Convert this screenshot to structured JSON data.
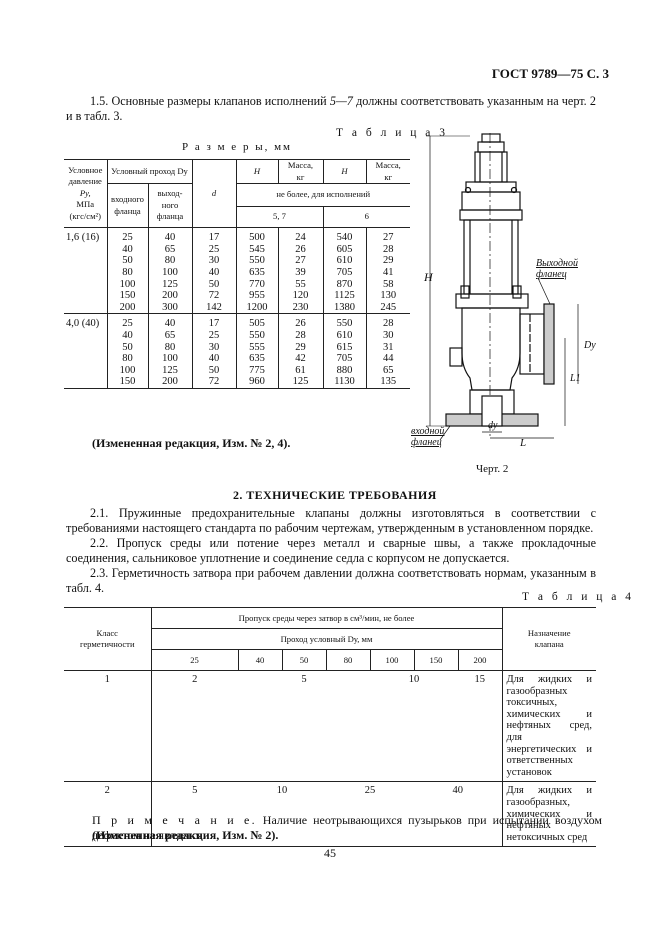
{
  "header": {
    "title": "ГОСТ 9789—75 С. 3"
  },
  "intro": {
    "part1": "1.5. Основные размеры клапанов исполнений ",
    "part2": "5—7",
    "part3": " должны соответствовать указанным на черт. 2 и в табл. 3."
  },
  "table3": {
    "caption": "Т а б л и ц а 3",
    "subcaption": "Р а з м е р ы, мм",
    "headers": {
      "pressure": "Условное давление P_y, МПа (кгс/см²)",
      "pressure_l1": "Условное",
      "pressure_l2": "давление",
      "pressure_l3": "Pу,",
      "pressure_l4": "МПа",
      "pressure_l5": "(кгс/см²)",
      "passage": "Условный проход Dу",
      "inlet": "входного фланца",
      "inlet_l1": "входного",
      "inlet_l2": "фланца",
      "outlet_l1": "выход-",
      "outlet_l2": "ного",
      "outlet_l3": "фланца",
      "d": "d",
      "H1": "H",
      "mass1_l1": "Масса,",
      "mass1_l2": "кг",
      "H2": "H",
      "mass2_l1": "Масса,",
      "mass2_l2": "кг",
      "nomore": "не более, для исполнений",
      "exec1": "5, 7",
      "exec2": "6"
    },
    "groups": [
      {
        "pressure": "1,6 (16)",
        "rows": [
          [
            "25",
            "40",
            "17",
            "500",
            "24",
            "540",
            "27"
          ],
          [
            "40",
            "65",
            "25",
            "545",
            "26",
            "605",
            "28"
          ],
          [
            "50",
            "80",
            "30",
            "550",
            "27",
            "610",
            "29"
          ],
          [
            "80",
            "100",
            "40",
            "635",
            "39",
            "705",
            "41"
          ],
          [
            "100",
            "125",
            "50",
            "770",
            "55",
            "870",
            "58"
          ],
          [
            "150",
            "200",
            "72",
            "955",
            "120",
            "1125",
            "130"
          ],
          [
            "200",
            "300",
            "142",
            "1200",
            "230",
            "1380",
            "245"
          ]
        ]
      },
      {
        "pressure": "4,0 (40)",
        "rows": [
          [
            "25",
            "40",
            "17",
            "505",
            "26",
            "550",
            "28"
          ],
          [
            "40",
            "65",
            "25",
            "550",
            "28",
            "610",
            "30"
          ],
          [
            "50",
            "80",
            "30",
            "555",
            "29",
            "615",
            "31"
          ],
          [
            "80",
            "100",
            "40",
            "635",
            "42",
            "705",
            "44"
          ],
          [
            "100",
            "125",
            "50",
            "775",
            "61",
            "880",
            "65"
          ],
          [
            "150",
            "200",
            "72",
            "960",
            "125",
            "1130",
            "135"
          ]
        ]
      }
    ],
    "amended": "(Измененная редакция, Изм. № 2, 4)."
  },
  "drawing": {
    "label_outlet_l1": "Выходной",
    "label_outlet_l2": "фланец",
    "label_inlet_l1": "входной",
    "label_inlet_l2": "фланец",
    "dim_H": "H",
    "dim_Dy": "Dy",
    "dim_L1": "L1",
    "dim_L": "L",
    "dim_dy": "dy",
    "caption": "Черт. 2"
  },
  "section2": {
    "title": "2. ТЕХНИЧЕСКИЕ ТРЕБОВАНИЯ",
    "p21": "2.1. Пружинные предохранительные клапаны должны изготовляться в соответствии с требованиями настоящего стандарта по рабочим чертежам, утвержденным в установленном порядке.",
    "p22": "2.2. Пропуск среды или потение через металл и сварные швы, а также прокладочные соединения, сальниковое уплотнение и соединение седла с корпусом не допускается.",
    "p23": "2.3. Герметичность затвора при рабочем давлении должна соответствовать нормам, указанным в табл. 4."
  },
  "table4": {
    "caption": "Т а б л и ц а 4",
    "headers": {
      "class_l1": "Класс",
      "class_l2": "герметичности",
      "leak": "Пропуск среды через затвор в см³/мин, не более",
      "passage": "Проход условный Dу, мм",
      "purpose_l1": "Назначение",
      "purpose_l2": "клапана",
      "sizes": [
        "25",
        "40",
        "50",
        "80",
        "100",
        "150",
        "200"
      ]
    },
    "rows": [
      {
        "cls": "1",
        "values": [
          "2",
          "5",
          "10",
          "15"
        ],
        "purpose": "Для жидких и газообразных токсичных, химических и нефтяных сред, для энергетических и ответственных установок"
      },
      {
        "cls": "2",
        "values": [
          "5",
          "10",
          "25",
          "40"
        ],
        "purpose": "Для жидких и газообразных, химических и нефтяных нетоксичных сред"
      }
    ]
  },
  "note": {
    "label": "П р и м е ч а н и е.",
    "text": " Наличие неотрывающихся пузырьков при испытании воздухом дефектом не является.",
    "amended": "(Измененная редакция, Изм. № 2)."
  },
  "footer": {
    "page": "45"
  }
}
